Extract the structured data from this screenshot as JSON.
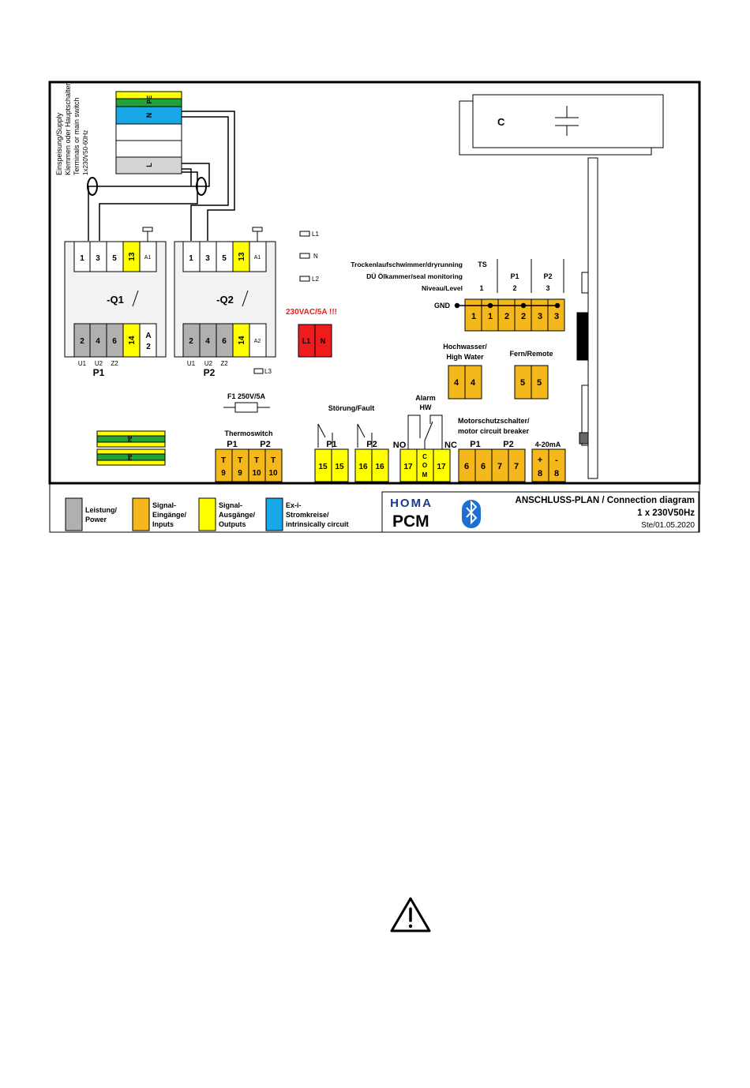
{
  "supply": {
    "line1": "Einspeisung/Supply",
    "line2": "Klemmen oder Hauptschalter/",
    "line3": "Terminals or main switch",
    "line4": "1x230V50-60Hz",
    "pe": "PE",
    "n": "N",
    "l": "L"
  },
  "capacitor_label": "C",
  "q1": {
    "top": [
      "1",
      "3",
      "5",
      "13",
      "A1"
    ],
    "bottom": [
      "2",
      "4",
      "6",
      "14"
    ],
    "a2": [
      "A",
      "2"
    ],
    "name": "-Q1",
    "phases": [
      "U1",
      "U2",
      "Z2"
    ],
    "pump": "P1"
  },
  "q2": {
    "top": [
      "1",
      "3",
      "5",
      "13",
      "A1"
    ],
    "bottom": [
      "2",
      "4",
      "6",
      "14",
      "A2"
    ],
    "name": "-Q2",
    "phases": [
      "U1",
      "U2",
      "Z2"
    ],
    "pump": "P2"
  },
  "side_terms": {
    "l1": "L1",
    "n": "N",
    "l2": "L2",
    "l3": "L3"
  },
  "mains": {
    "warning": "230VAC/5A !!!",
    "l1": "L1",
    "n": "N"
  },
  "fuse": "F1 250V/5A",
  "levels": {
    "row1": "Trockenlaufschwimmer/dryrunning",
    "row2": "DÜ Ölkammer/seal monitoring",
    "row3": "Niveau/Level",
    "ts": "TS",
    "p1": "P1",
    "p2": "P2",
    "n1": "1",
    "n2": "2",
    "n3": "3",
    "gnd": "GND",
    "terms": [
      "1",
      "1",
      "2",
      "2",
      "3",
      "3"
    ]
  },
  "high_water": {
    "label1": "Hochwasser/",
    "label2": "High Water",
    "terms": [
      "4",
      "4"
    ]
  },
  "remote": {
    "label": "Fern/Remote",
    "terms": [
      "5",
      "5"
    ]
  },
  "pe_blocks": [
    "PE",
    "PE"
  ],
  "thermo": {
    "title": "Thermoswitch",
    "p1": "P1",
    "p2": "P2",
    "top": [
      "T",
      "T",
      "T",
      "T"
    ],
    "bottom": [
      "9",
      "9",
      "10",
      "10"
    ]
  },
  "fault": {
    "title": "Störung/Fault",
    "p1": "P1",
    "p2": "P2",
    "terms": [
      "15",
      "15",
      "16",
      "16"
    ]
  },
  "alarm": {
    "title1": "Alarm",
    "title2": "HW",
    "no": "NO",
    "nc": "NC",
    "com": [
      "C",
      "O",
      "M"
    ],
    "t1": "17",
    "t2": "17"
  },
  "motor": {
    "title1": "Motorschutzschalter/",
    "title2": "motor circuit breaker",
    "p1": "P1",
    "p2": "P2",
    "terms": [
      "6",
      "6",
      "7",
      "7"
    ]
  },
  "analog": {
    "title": "4-20mA",
    "plus": "+",
    "minus": "-",
    "n1": "8",
    "n2": "8"
  },
  "legend": [
    {
      "line1": "Leistung/",
      "line2": "Power",
      "line3": ""
    },
    {
      "line1": "Signal-",
      "line2": "Eingänge/",
      "line3": "Inputs"
    },
    {
      "line1": "Signal-",
      "line2": "Ausgänge/",
      "line3": "Outputs"
    },
    {
      "line1": "Ex-i-",
      "line2": "Stromkreise/",
      "line3": "intrinsically circuit"
    }
  ],
  "titleblock": {
    "brand": "HOMA",
    "product": "PCM",
    "title": "ANSCHLUSS-PLAN / Connection diagram",
    "supply": "1 x 230V50Hz",
    "date": "Ste/01.05.2020"
  },
  "colors": {
    "power": "#b0b0b0",
    "input": "#f5b81c",
    "output": "#ffff00",
    "exi": "#19a7e8",
    "pe_green": "#1fa33a",
    "mains": "#ee1c1c",
    "line": "#000000"
  }
}
